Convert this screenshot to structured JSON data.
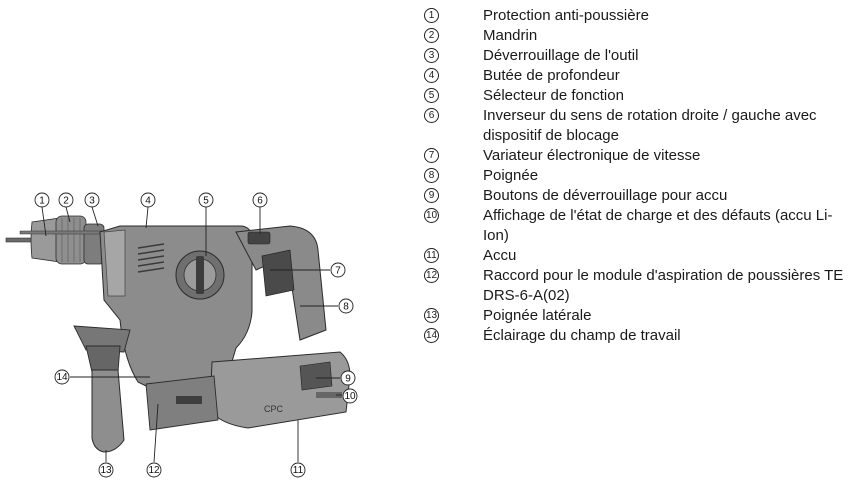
{
  "legend": [
    {
      "num": "1",
      "label": "Protection anti-poussière"
    },
    {
      "num": "2",
      "label": "Mandrin"
    },
    {
      "num": "3",
      "label": "Déverrouillage de l'outil"
    },
    {
      "num": "4",
      "label": "Butée de profondeur"
    },
    {
      "num": "5",
      "label": "Sélecteur de fonction"
    },
    {
      "num": "6",
      "label": "Inverseur du sens de rotation droite / gauche avec dispositif de blocage"
    },
    {
      "num": "7",
      "label": "Variateur électronique de vitesse"
    },
    {
      "num": "8",
      "label": "Poignée"
    },
    {
      "num": "9",
      "label": "Boutons de déverrouillage pour accu"
    },
    {
      "num": "10",
      "label": "Affichage de l'état de charge et des défauts (accu Li-Ion)"
    },
    {
      "num": "11",
      "label": "Accu"
    },
    {
      "num": "12",
      "label": "Raccord pour le module d'aspiration de poussières TE DRS-6-A(02)"
    },
    {
      "num": "13",
      "label": "Poignée latérale"
    },
    {
      "num": "14",
      "label": "Éclairage du champ de travail"
    }
  ],
  "illustration": {
    "battery_brand_text": "CPC",
    "callouts": [
      "1",
      "2",
      "3",
      "4",
      "5",
      "6",
      "7",
      "8",
      "9",
      "10",
      "11",
      "12",
      "13",
      "14"
    ]
  },
  "colors": {
    "body_gray": "#8c8c8c",
    "light_gray": "#b5b5b5",
    "dark_gray": "#4a4a4a",
    "outline": "#2b2b2b"
  }
}
